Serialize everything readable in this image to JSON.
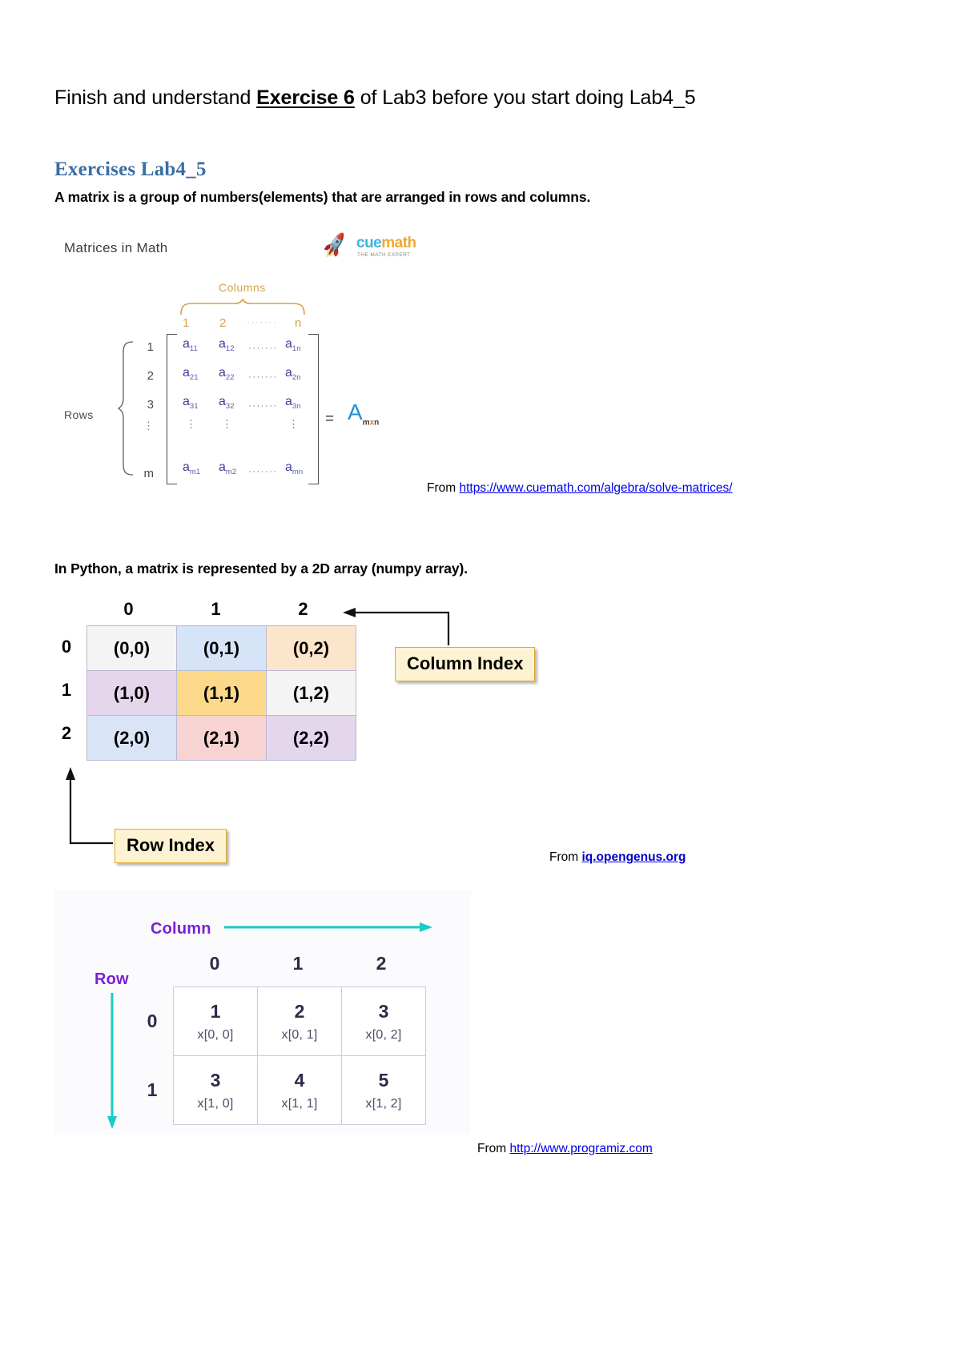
{
  "document": {
    "intro": {
      "prefix": "Finish and understand ",
      "emphasis": "Exercise 6",
      "suffix": " of Lab3 before you start doing Lab4_5"
    },
    "section_heading": "Exercises Lab4_5",
    "section_subtitle": "A matrix is a group of numbers(elements) that are arranged in rows and columns.",
    "python_note": "In Python, a matrix is represented by a 2D array (numpy array)."
  },
  "cuemath_figure": {
    "title": "Matrices in Math",
    "logo": {
      "rocket_icon": "rocket-icon",
      "word_part1": "cue",
      "word_part2": "math",
      "tagline": "THE MATH EXPERT"
    },
    "columns_label": "Columns",
    "rows_label": "Rows",
    "column_numbers": [
      "1",
      "2",
      "n"
    ],
    "column_dots": "·······",
    "row_numbers": [
      "1",
      "2",
      "3",
      "m"
    ],
    "matrix_rows": [
      [
        "a",
        "11",
        "a",
        "12",
        "a",
        "1n"
      ],
      [
        "a",
        "21",
        "a",
        "22",
        "a",
        "2n"
      ],
      [
        "a",
        "31",
        "a",
        "32",
        "a",
        "3n"
      ],
      [
        "a",
        "m1",
        "a",
        "m2",
        "a",
        "mn"
      ]
    ],
    "row_dots": "·······",
    "equals": "=",
    "result_symbol": "A",
    "result_sub_m": "m",
    "result_sub_x": "x",
    "result_sub_n": "n",
    "colors": {
      "element_blue": "#3b3f9e",
      "accent_orange": "#d3a24a",
      "result_blue": "#1f8fd6"
    }
  },
  "sources": {
    "cuemath": {
      "prefix": "From ",
      "url_text": "https://www.cuemath.com/algebra/solve-matrices/"
    },
    "opengenus": {
      "prefix": "From ",
      "url_text": "iq.opengenus.org"
    },
    "programiz": {
      "prefix": "From ",
      "url_text": "http://www.programiz.com"
    }
  },
  "index_grid": {
    "column_headers": [
      "0",
      "1",
      "2"
    ],
    "row_headers": [
      "0",
      "1",
      "2"
    ],
    "cells": [
      [
        {
          "text": "(0,0)",
          "bg": "#f4f4f4"
        },
        {
          "text": "(0,1)",
          "bg": "#d5e4f7"
        },
        {
          "text": "(0,2)",
          "bg": "#fde5cb"
        }
      ],
      [
        {
          "text": "(1,0)",
          "bg": "#e6d6ec"
        },
        {
          "text": "(1,1)",
          "bg": "#fcd98a"
        },
        {
          "text": "(1,2)",
          "bg": "#f4f4f4"
        }
      ],
      [
        {
          "text": "(2,0)",
          "bg": "#d9e5f7"
        },
        {
          "text": "(2,1)",
          "bg": "#f7d3d1"
        },
        {
          "text": "(2,2)",
          "bg": "#e4d7ec"
        }
      ]
    ],
    "callout_column": "Column Index",
    "callout_row": "Row Index",
    "callout_bg": "#fdf3d3",
    "callout_border": "#e0a92e"
  },
  "programiz_figure": {
    "column_label": "Column",
    "row_label": "Row",
    "column_headers": [
      "0",
      "1",
      "2"
    ],
    "row_headers": [
      "0",
      "1"
    ],
    "cells": [
      [
        {
          "value": "1",
          "ref": "x[0, 0]"
        },
        {
          "value": "2",
          "ref": "x[0, 1]"
        },
        {
          "value": "3",
          "ref": "x[0, 2]"
        }
      ],
      [
        {
          "value": "3",
          "ref": "x[1, 0]"
        },
        {
          "value": "4",
          "ref": "x[1, 1]"
        },
        {
          "value": "5",
          "ref": "x[1, 2]"
        }
      ]
    ],
    "colors": {
      "label_purple": "#7a1fd6",
      "arrow_teal": "#18ccc4",
      "cell_text": "#2b2b4a"
    }
  }
}
